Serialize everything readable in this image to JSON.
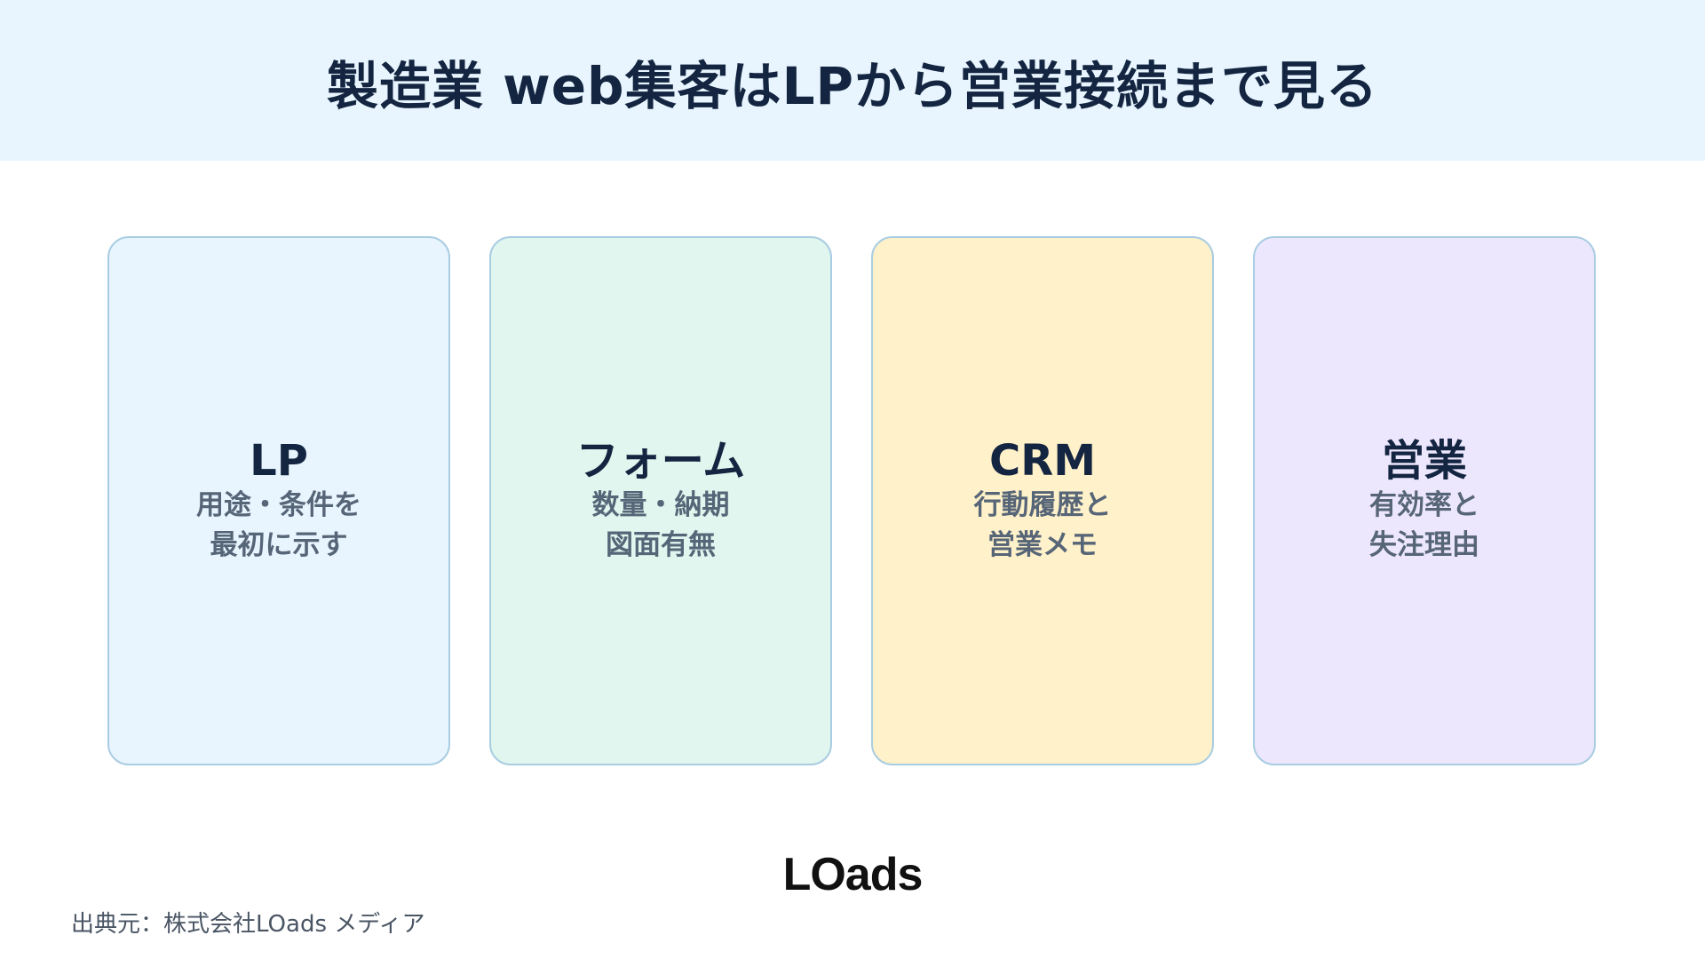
{
  "header": {
    "title": "製造業 web集客はLPから営業接続まで見る",
    "background": "#e8f5fe"
  },
  "cards": [
    {
      "title": "LP",
      "description": "用途・条件を\n最初に示す",
      "background": "#e8f5fe"
    },
    {
      "title": "フォーム",
      "description": "数量・納期\n図面有無",
      "background": "#e0f6ee"
    },
    {
      "title": "CRM",
      "description": "行動履歴と\n営業メモ",
      "background": "#fff1c9"
    },
    {
      "title": "営業",
      "description": "有効率と\n失注理由",
      "background": "#ede7fd"
    }
  ],
  "footer": {
    "logo_text": "LOads",
    "source": "出典元：株式会社LOads メディア"
  }
}
